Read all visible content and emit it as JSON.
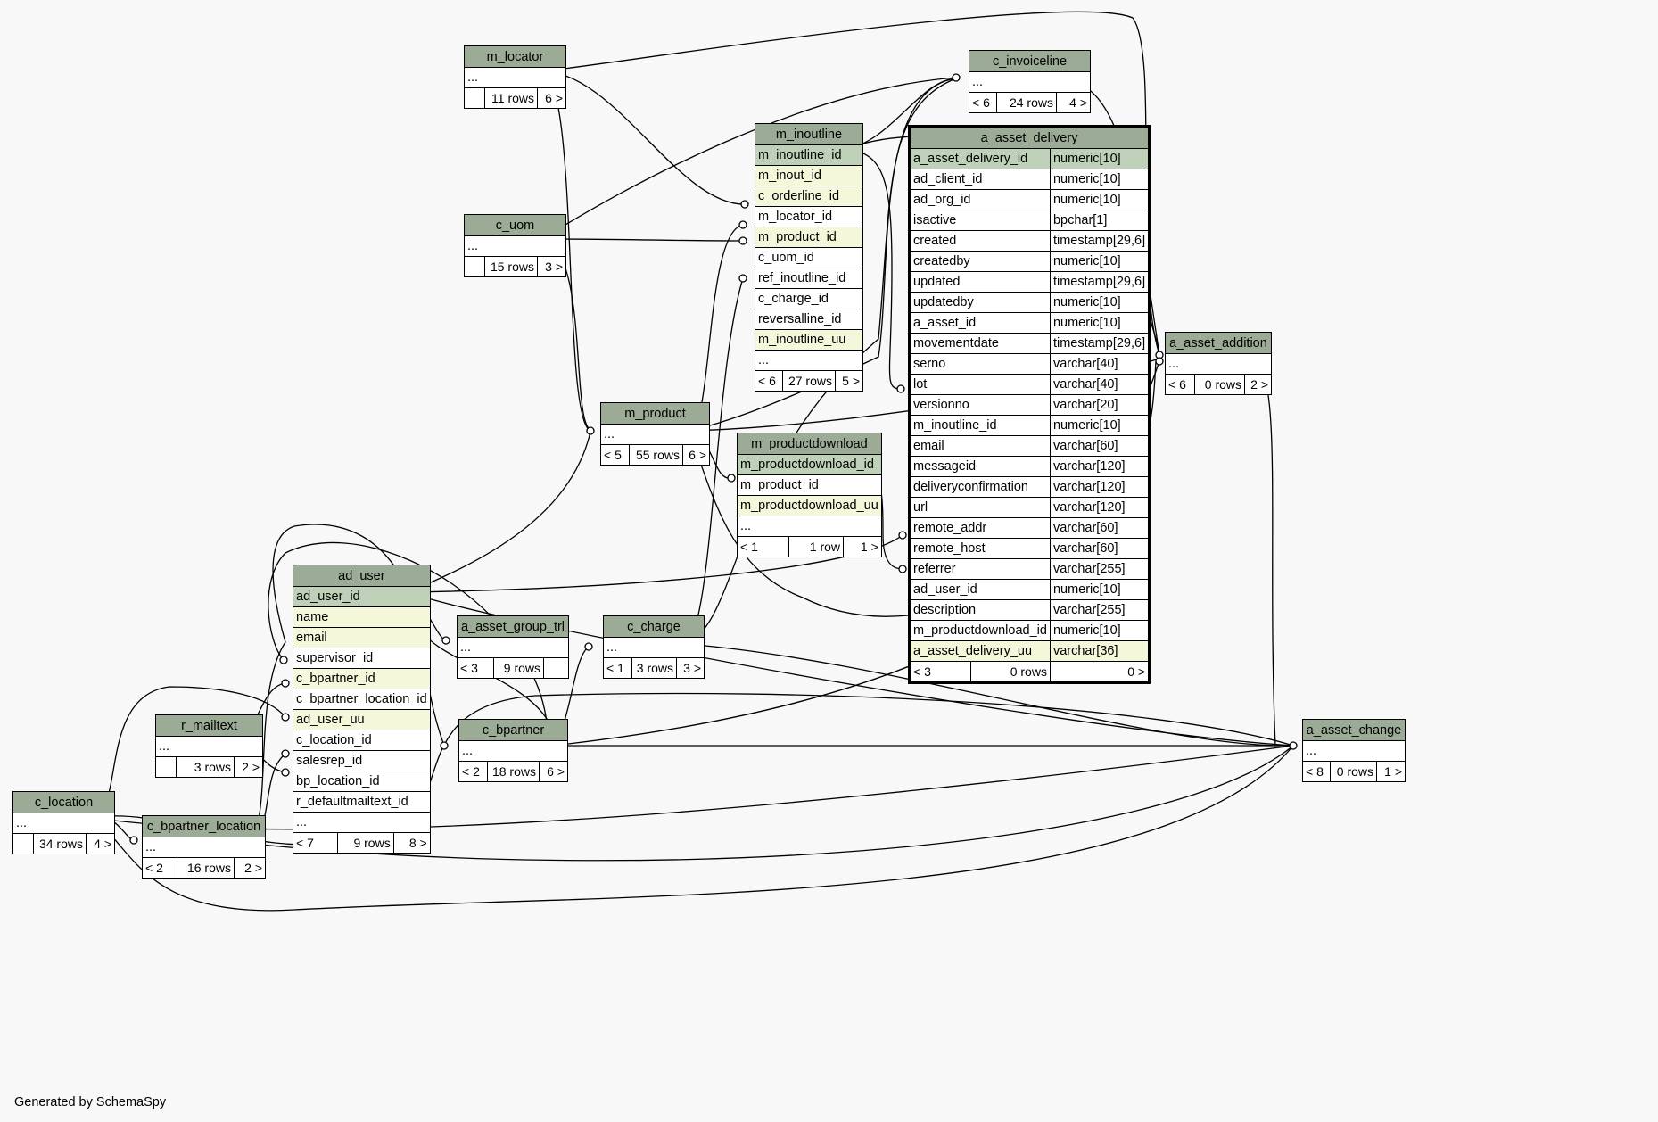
{
  "footer": "Generated by SchemaSpy",
  "tables": {
    "m_locator": {
      "name": "m_locator",
      "rows": [
        {
          "c": "..."
        }
      ],
      "stats": [
        "",
        "11 rows",
        "6 >"
      ]
    },
    "c_uom": {
      "name": "c_uom",
      "rows": [
        {
          "c": "..."
        }
      ],
      "stats": [
        "",
        "15 rows",
        "3 >"
      ]
    },
    "m_inoutline": {
      "name": "m_inoutline",
      "rows": [
        {
          "c": "m_inoutline_id",
          "k": "pk"
        },
        {
          "c": "m_inout_id",
          "k": "idx"
        },
        {
          "c": "c_orderline_id",
          "k": "idx"
        },
        {
          "c": "m_locator_id"
        },
        {
          "c": "m_product_id",
          "k": "idx"
        },
        {
          "c": "c_uom_id"
        },
        {
          "c": "ref_inoutline_id"
        },
        {
          "c": "c_charge_id"
        },
        {
          "c": "reversalline_id"
        },
        {
          "c": "m_inoutline_uu",
          "k": "idx"
        },
        {
          "c": "..."
        }
      ],
      "stats": [
        "< 6",
        "27 rows",
        "5 >"
      ]
    },
    "c_invoiceline": {
      "name": "c_invoiceline",
      "rows": [
        {
          "c": "..."
        }
      ],
      "stats": [
        "< 6",
        "24 rows",
        "4 >"
      ]
    },
    "a_asset_delivery": {
      "name": "a_asset_delivery",
      "rows": [
        {
          "c": "a_asset_delivery_id",
          "t": "numeric[10]",
          "k": "pk"
        },
        {
          "c": "ad_client_id",
          "t": "numeric[10]"
        },
        {
          "c": "ad_org_id",
          "t": "numeric[10]"
        },
        {
          "c": "isactive",
          "t": "bpchar[1]"
        },
        {
          "c": "created",
          "t": "timestamp[29,6]"
        },
        {
          "c": "createdby",
          "t": "numeric[10]"
        },
        {
          "c": "updated",
          "t": "timestamp[29,6]"
        },
        {
          "c": "updatedby",
          "t": "numeric[10]"
        },
        {
          "c": "a_asset_id",
          "t": "numeric[10]"
        },
        {
          "c": "movementdate",
          "t": "timestamp[29,6]"
        },
        {
          "c": "serno",
          "t": "varchar[40]"
        },
        {
          "c": "lot",
          "t": "varchar[40]"
        },
        {
          "c": "versionno",
          "t": "varchar[20]"
        },
        {
          "c": "m_inoutline_id",
          "t": "numeric[10]"
        },
        {
          "c": "email",
          "t": "varchar[60]"
        },
        {
          "c": "messageid",
          "t": "varchar[120]"
        },
        {
          "c": "deliveryconfirmation",
          "t": "varchar[120]"
        },
        {
          "c": "url",
          "t": "varchar[120]"
        },
        {
          "c": "remote_addr",
          "t": "varchar[60]"
        },
        {
          "c": "remote_host",
          "t": "varchar[60]"
        },
        {
          "c": "referrer",
          "t": "varchar[255]"
        },
        {
          "c": "ad_user_id",
          "t": "numeric[10]"
        },
        {
          "c": "description",
          "t": "varchar[255]"
        },
        {
          "c": "m_productdownload_id",
          "t": "numeric[10]"
        },
        {
          "c": "a_asset_delivery_uu",
          "t": "varchar[36]",
          "k": "idx"
        }
      ],
      "stats": [
        "< 3",
        "0 rows",
        "0 >"
      ]
    },
    "a_asset_addition": {
      "name": "a_asset_addition",
      "rows": [
        {
          "c": "..."
        }
      ],
      "stats": [
        "< 6",
        "0 rows",
        "2 >"
      ]
    },
    "m_product": {
      "name": "m_product",
      "rows": [
        {
          "c": "..."
        }
      ],
      "stats": [
        "< 5",
        "55 rows",
        "6 >"
      ]
    },
    "m_productdownload": {
      "name": "m_productdownload",
      "rows": [
        {
          "c": "m_productdownload_id",
          "k": "pk"
        },
        {
          "c": "m_product_id"
        },
        {
          "c": "m_productdownload_uu",
          "k": "idx"
        },
        {
          "c": "..."
        }
      ],
      "stats": [
        "< 1",
        "1 row",
        "1 >"
      ]
    },
    "ad_user": {
      "name": "ad_user",
      "rows": [
        {
          "c": "ad_user_id",
          "k": "pk"
        },
        {
          "c": "name",
          "k": "idx"
        },
        {
          "c": "email",
          "k": "idx"
        },
        {
          "c": "supervisor_id"
        },
        {
          "c": "c_bpartner_id",
          "k": "idx"
        },
        {
          "c": "c_bpartner_location_id"
        },
        {
          "c": "ad_user_uu",
          "k": "idx"
        },
        {
          "c": "c_location_id"
        },
        {
          "c": "salesrep_id"
        },
        {
          "c": "bp_location_id"
        },
        {
          "c": "r_defaultmailtext_id"
        },
        {
          "c": "..."
        }
      ],
      "stats": [
        "< 7",
        "9 rows",
        "8 >"
      ]
    },
    "a_asset_group_trl": {
      "name": "a_asset_group_trl",
      "rows": [
        {
          "c": "..."
        }
      ],
      "stats": [
        "< 3",
        "9 rows",
        ""
      ]
    },
    "c_charge": {
      "name": "c_charge",
      "rows": [
        {
          "c": "..."
        }
      ],
      "stats": [
        "< 1",
        "3 rows",
        "3 >"
      ]
    },
    "r_mailtext": {
      "name": "r_mailtext",
      "rows": [
        {
          "c": "..."
        }
      ],
      "stats": [
        "",
        "3 rows",
        "2 >"
      ]
    },
    "c_bpartner": {
      "name": "c_bpartner",
      "rows": [
        {
          "c": "..."
        }
      ],
      "stats": [
        "< 2",
        "18 rows",
        "6 >"
      ]
    },
    "a_asset_change": {
      "name": "a_asset_change",
      "rows": [
        {
          "c": "..."
        }
      ],
      "stats": [
        "< 8",
        "0 rows",
        "1 >"
      ]
    },
    "c_location": {
      "name": "c_location",
      "rows": [
        {
          "c": "..."
        }
      ],
      "stats": [
        "",
        "34 rows",
        "4 >"
      ]
    },
    "c_bpartner_location": {
      "name": "c_bpartner_location",
      "rows": [
        {
          "c": "..."
        }
      ],
      "stats": [
        "< 2",
        "16 rows",
        "2 >"
      ]
    }
  }
}
